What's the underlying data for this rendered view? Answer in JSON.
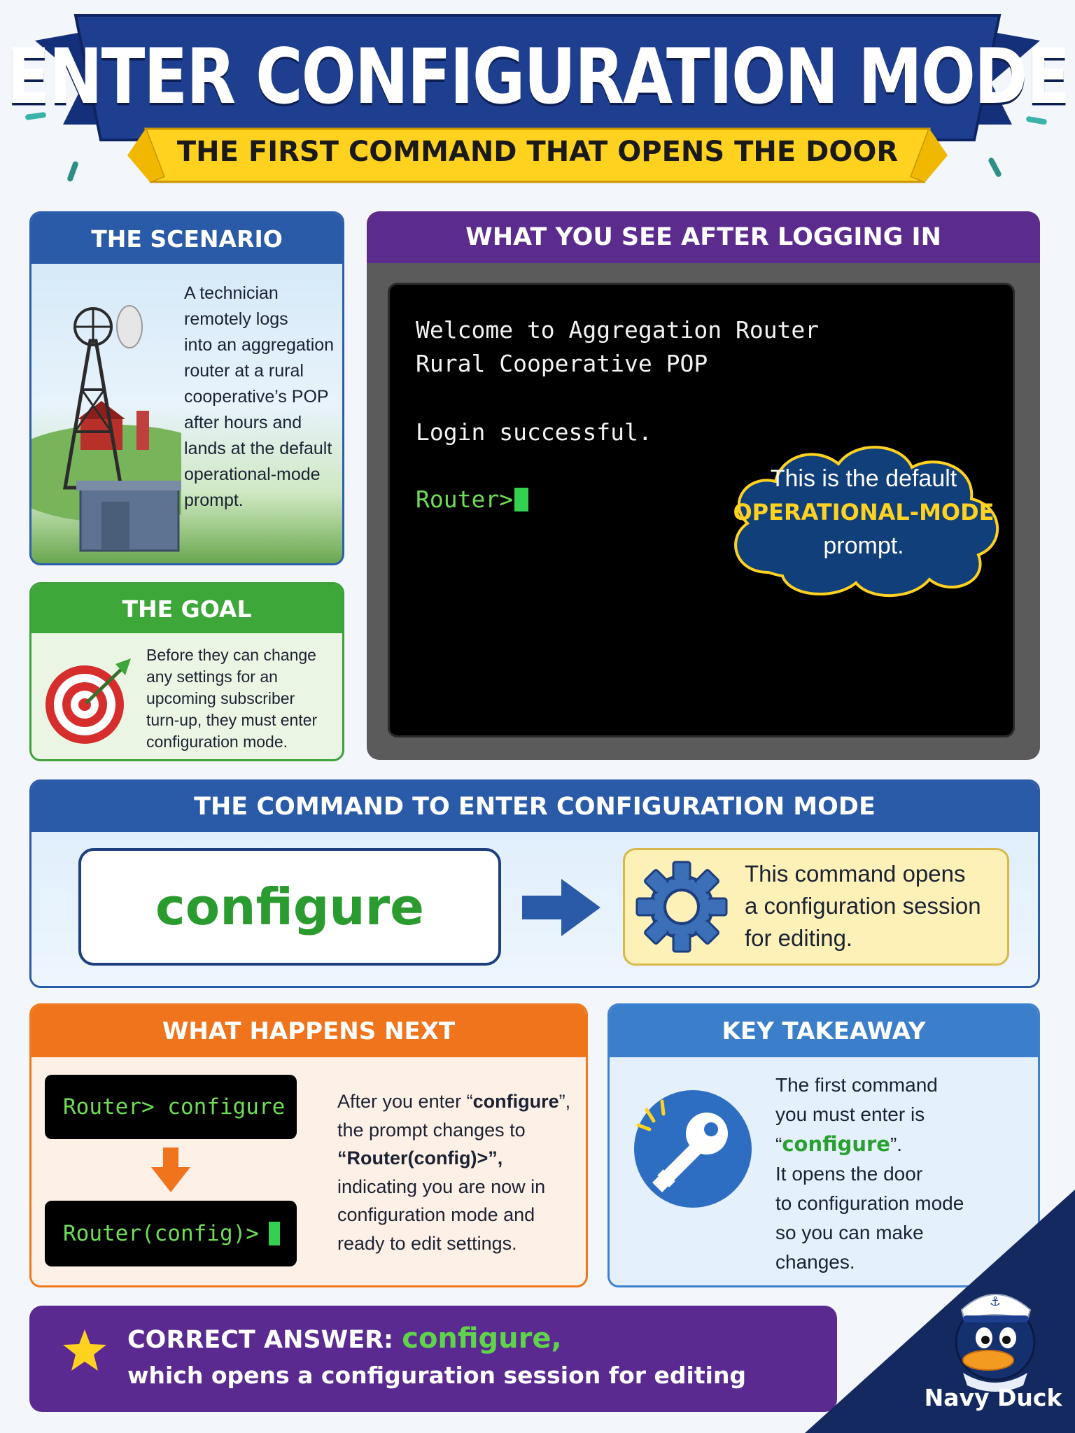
{
  "banner": {
    "title": "ENTER CONFIGURATION MODE",
    "subtitle": "THE FIRST COMMAND THAT OPENS THE DOOR"
  },
  "scenario": {
    "heading": "THE SCENARIO",
    "lines": [
      "A technician",
      "remotely logs",
      "into an aggregation",
      "router at a rural",
      "cooperative’s POP",
      "after hours and",
      "lands at the default",
      "operational-mode",
      "prompt."
    ]
  },
  "goal": {
    "heading": "THE GOAL",
    "lines": [
      "Before they can change",
      "any settings for an",
      "upcoming subscriber",
      "turn-up, they must enter",
      "configuration mode."
    ]
  },
  "login": {
    "heading": "WHAT YOU SEE AFTER LOGGING IN",
    "line1": "Welcome to Aggregation Router",
    "line2": "Rural Cooperative POP",
    "line3": "Login successful.",
    "prompt": "Router>",
    "callout_line1": "This is the default",
    "callout_highlight": "OPERATIONAL-MODE",
    "callout_line3": "prompt."
  },
  "command": {
    "heading": "THE COMMAND TO ENTER CONFIGURATION MODE",
    "command": "configure",
    "explain_lines": [
      "This command opens",
      "a configuration session",
      "for editing."
    ]
  },
  "next": {
    "heading": "WHAT HAPPENS NEXT",
    "before": "Router> configure",
    "after": "Router(config)>",
    "text_1": "After you enter “",
    "text_cmd": "configure",
    "text_2": "”,",
    "text_3": "the prompt changes to",
    "text_prompt": "“Router(config)>”,",
    "text_4": "indicating you are now in",
    "text_5": "configuration mode and",
    "text_6": "ready to edit settings."
  },
  "takeaway": {
    "heading": "KEY TAKEAWAY",
    "line1": "The first command",
    "line2": "you must enter is",
    "cmd_open": "“",
    "cmd": "configure",
    "cmd_close": "”.",
    "line4": "It opens the door",
    "line5": "to configuration mode",
    "line6": "so you can make",
    "line7": "changes."
  },
  "answer": {
    "label": "CORRECT ANSWER:",
    "value": "configure,",
    "sub": "which opens a configuration session for editing"
  },
  "brand": "Navy Duck",
  "colors": {
    "banner_blue": "#1e3f8f",
    "banner_yellow": "#ffd21f",
    "scenario_blue": "#2a5ba8",
    "goal_green": "#3da73a",
    "login_purple": "#5b2b8e",
    "next_orange": "#f0741c",
    "takeaway_blue": "#3b7fcb",
    "terminal_green": "#6fdc58",
    "answer_purple": "#5a2a91"
  },
  "icons": [
    "tower-icon",
    "target-icon",
    "gear-icon",
    "arrow-right-icon",
    "arrow-down-icon",
    "key-icon",
    "star-icon",
    "duck-mascot-icon"
  ]
}
